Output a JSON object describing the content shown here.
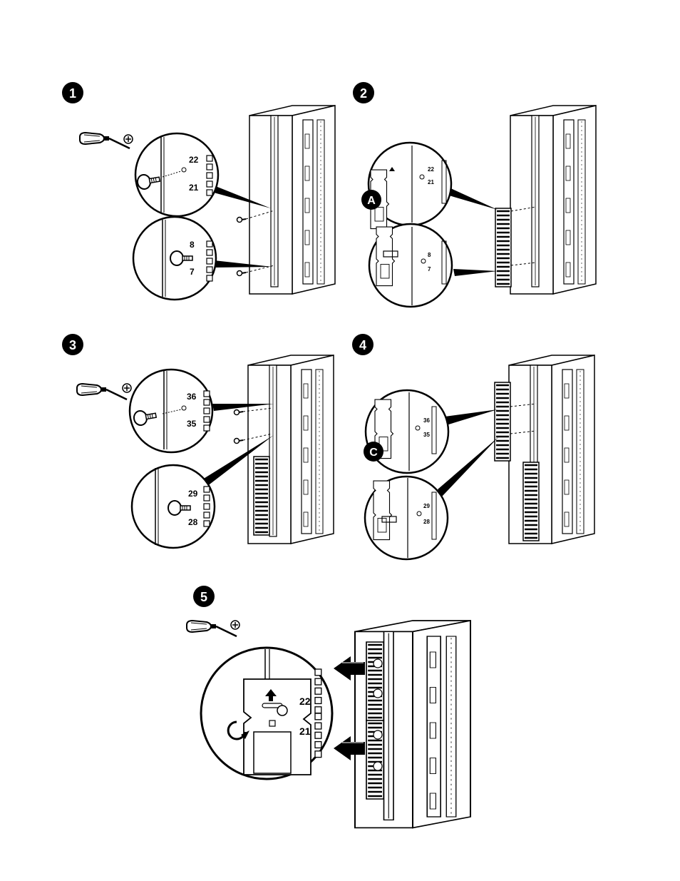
{
  "steps": [
    {
      "number": "1",
      "unit_labels": [
        "22",
        "21",
        "8",
        "7"
      ]
    },
    {
      "number": "2",
      "unit_labels": [
        "22",
        "21",
        "8",
        "7"
      ],
      "callout": "A"
    },
    {
      "number": "3",
      "unit_labels": [
        "36",
        "35",
        "29",
        "28"
      ]
    },
    {
      "number": "4",
      "unit_labels": [
        "36",
        "35",
        "29",
        "28"
      ],
      "callout": "C"
    },
    {
      "number": "5",
      "unit_labels": [
        "22",
        "21"
      ]
    }
  ],
  "icons": [
    "screwdriver-icon",
    "phillips-head-icon",
    "screw-icon",
    "rotate-arrow-icon",
    "push-arrow-icon",
    "up-arrow-icon"
  ],
  "colors": {
    "ink": "#000000",
    "paper": "#ffffff"
  }
}
